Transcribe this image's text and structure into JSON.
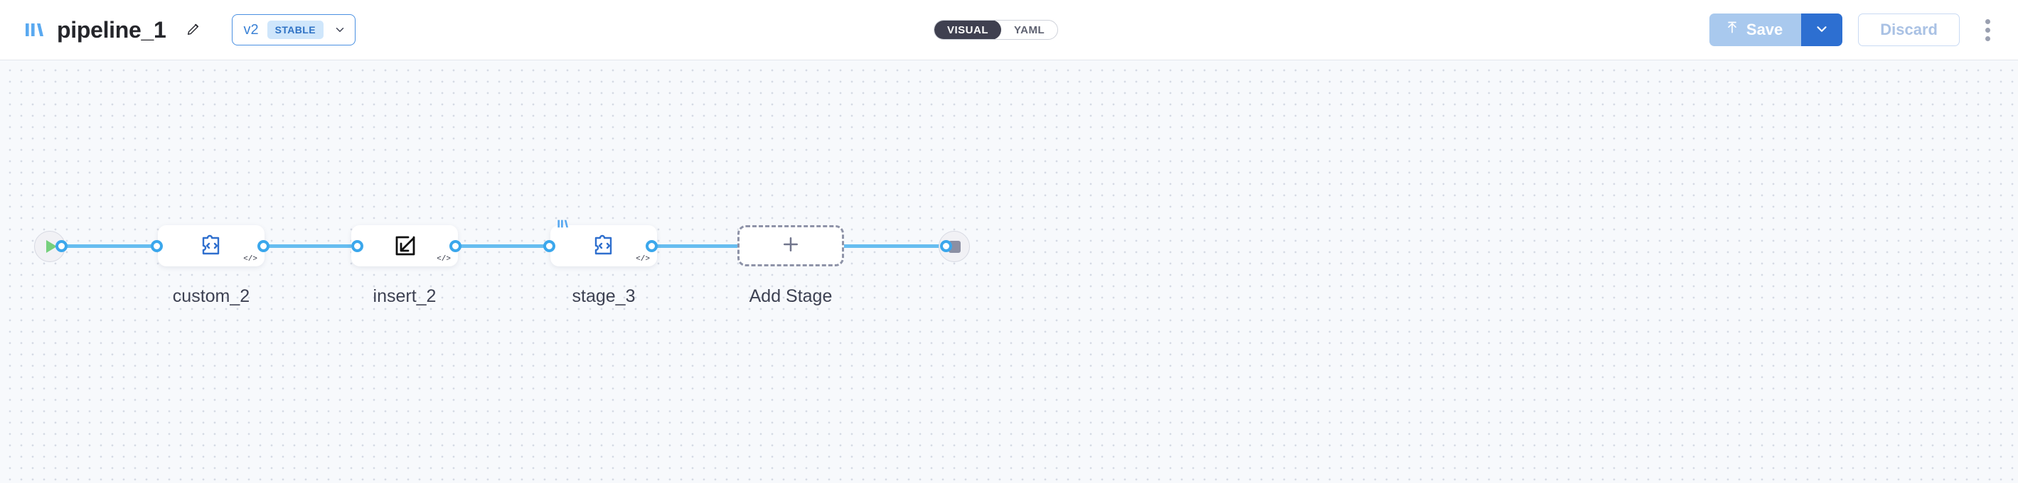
{
  "header": {
    "logo_icon": "pipeline-bars-logo",
    "title": "pipeline_1",
    "edit_icon": "pencil-icon",
    "version": {
      "number": "v2",
      "badge": "STABLE",
      "caret_icon": "chevron-down-icon"
    },
    "view_toggle": {
      "options": [
        {
          "label": "VISUAL",
          "active": true
        },
        {
          "label": "YAML",
          "active": false
        }
      ]
    },
    "actions": {
      "save_label": "Save",
      "save_icon": "upload-arrow-icon",
      "save_caret_icon": "chevron-down-icon",
      "discard_label": "Discard",
      "kebab_icon": "more-vertical-icon"
    }
  },
  "canvas": {
    "start_node": {
      "icon": "play-icon",
      "name": "start-node"
    },
    "end_node": {
      "icon": "stop-icon",
      "name": "end-node"
    },
    "nodes": [
      {
        "label": "custom_2",
        "icon": "puzzle-code-icon",
        "badge": "</>",
        "has_logo": false
      },
      {
        "label": "insert_2",
        "icon": "insert-arrow-icon",
        "badge": "</>",
        "has_logo": false
      },
      {
        "label": "stage_3",
        "icon": "puzzle-code-icon",
        "badge": "</>",
        "has_logo": true
      }
    ],
    "add_stage": {
      "label": "Add Stage",
      "icon": "plus-icon"
    }
  },
  "colors": {
    "accent_blue": "#3ba7ec",
    "brand_blue": "#4a90e2",
    "edge_blue": "#67bdf0",
    "toggle_dark": "#3f4050",
    "canvas_bg": "#f7f9fc"
  }
}
